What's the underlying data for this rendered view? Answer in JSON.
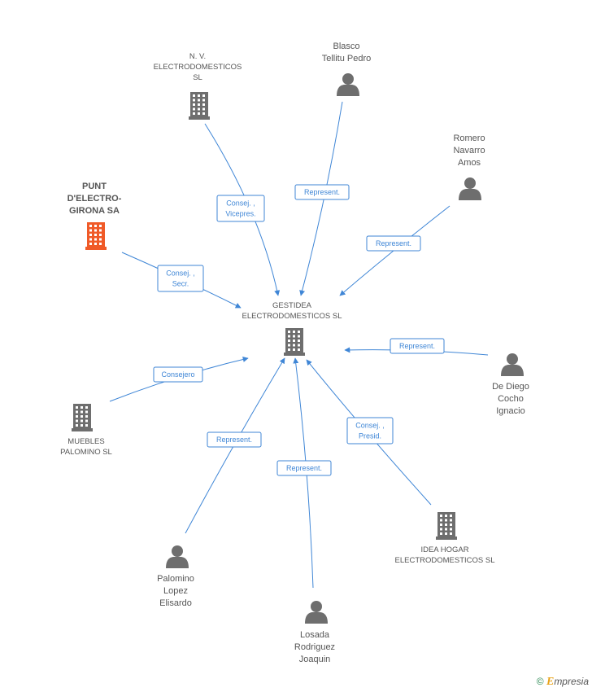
{
  "center": {
    "id": "gestidea",
    "label": [
      "GESTIDEA",
      "ELECTRODOMESTICOS SL"
    ],
    "kind": "company"
  },
  "nodes": [
    {
      "id": "nv",
      "label": [
        "N. V.",
        "ELECTRODOMESTICOS",
        "SL"
      ],
      "kind": "company"
    },
    {
      "id": "blasco",
      "label": [
        "Blasco",
        "Tellitu Pedro"
      ],
      "kind": "person"
    },
    {
      "id": "romero",
      "label": [
        "Romero",
        "Navarro",
        "Amos"
      ],
      "kind": "person"
    },
    {
      "id": "punt",
      "label": [
        "PUNT",
        "D'ELECTRO-",
        "GIRONA SA"
      ],
      "kind": "company",
      "highlight": true
    },
    {
      "id": "dediego",
      "label": [
        "De Diego",
        "Cocho",
        "Ignacio"
      ],
      "kind": "person"
    },
    {
      "id": "muebles",
      "label": [
        "MUEBLES",
        "PALOMINO SL"
      ],
      "kind": "company"
    },
    {
      "id": "ideahogar",
      "label": [
        "IDEA HOGAR",
        "ELECTRODOMESTICOS SL"
      ],
      "kind": "company"
    },
    {
      "id": "palomino",
      "label": [
        "Palomino",
        "Lopez",
        "Elisardo"
      ],
      "kind": "person"
    },
    {
      "id": "losada",
      "label": [
        "Losada",
        "Rodriguez",
        "Joaquin"
      ],
      "kind": "person"
    }
  ],
  "edges": [
    {
      "from": "nv",
      "to": "gestidea",
      "label": [
        "Consej. ,",
        "Vicepres."
      ]
    },
    {
      "from": "blasco",
      "to": "gestidea",
      "label": [
        "Represent."
      ]
    },
    {
      "from": "romero",
      "to": "gestidea",
      "label": [
        "Represent."
      ]
    },
    {
      "from": "punt",
      "to": "gestidea",
      "label": [
        "Consej. ,",
        "Secr."
      ]
    },
    {
      "from": "dediego",
      "to": "gestidea",
      "label": [
        "Represent."
      ]
    },
    {
      "from": "muebles",
      "to": "gestidea",
      "label": [
        "Consejero"
      ]
    },
    {
      "from": "ideahogar",
      "to": "gestidea",
      "label": [
        "Consej. ,",
        "Presid."
      ]
    },
    {
      "from": "palomino",
      "to": "gestidea",
      "label": [
        "Represent."
      ]
    },
    {
      "from": "losada",
      "to": "gestidea",
      "label": [
        "Represent."
      ]
    }
  ],
  "colors": {
    "edge": "#3f86d6",
    "icon": "#6e6e6e",
    "highlight_icon": "#f05a28"
  },
  "footer": {
    "copyright": "©",
    "brand_initial": "E",
    "brand_rest": "mpresia"
  }
}
